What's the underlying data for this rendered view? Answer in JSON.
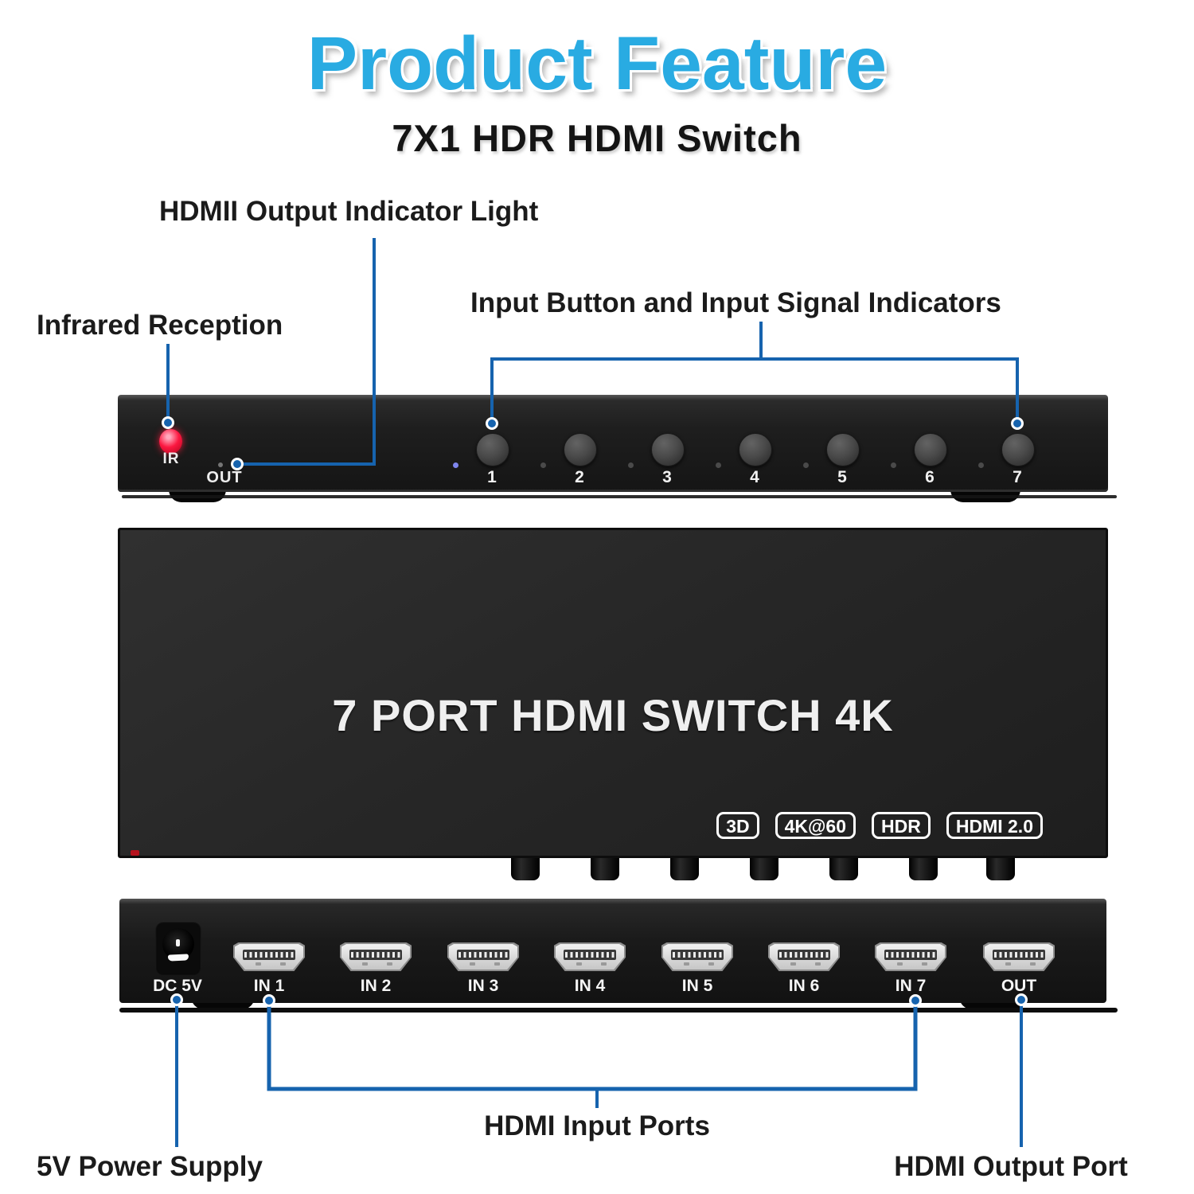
{
  "header": {
    "title": "Product Feature",
    "subtitle": "7X1 HDR HDMI Switch"
  },
  "annotations": {
    "hdmi_output_indicator": "HDMII Output Indicator Light",
    "infrared_reception": "Infrared Reception",
    "input_buttons": "Input Button and Input Signal Indicators",
    "hdmi_input_ports": "HDMI Input Ports",
    "power_supply": "5V Power Supply",
    "hdmi_output_port": "HDMI Output Port"
  },
  "front_panel": {
    "ir_label": "IR",
    "out_label": "OUT",
    "buttons": [
      "1",
      "2",
      "3",
      "4",
      "5",
      "6",
      "7"
    ]
  },
  "top_view": {
    "label": "7 PORT HDMI SWITCH 4K",
    "badges": [
      "3D",
      "4K@60",
      "HDR",
      "HDMI 2.0"
    ]
  },
  "rear_panel": {
    "power_label": "DC 5V",
    "ports": [
      "IN 1",
      "IN 2",
      "IN 3",
      "IN 4",
      "IN 5",
      "IN 6",
      "IN 7",
      "OUT"
    ]
  },
  "colors": {
    "accent": "#29abe2",
    "annotation_line": "#1663ae",
    "ir_led": "#fc1740",
    "active_signal_led": "#7f86ee",
    "inactive_signal_led": "#4a4a4a"
  }
}
